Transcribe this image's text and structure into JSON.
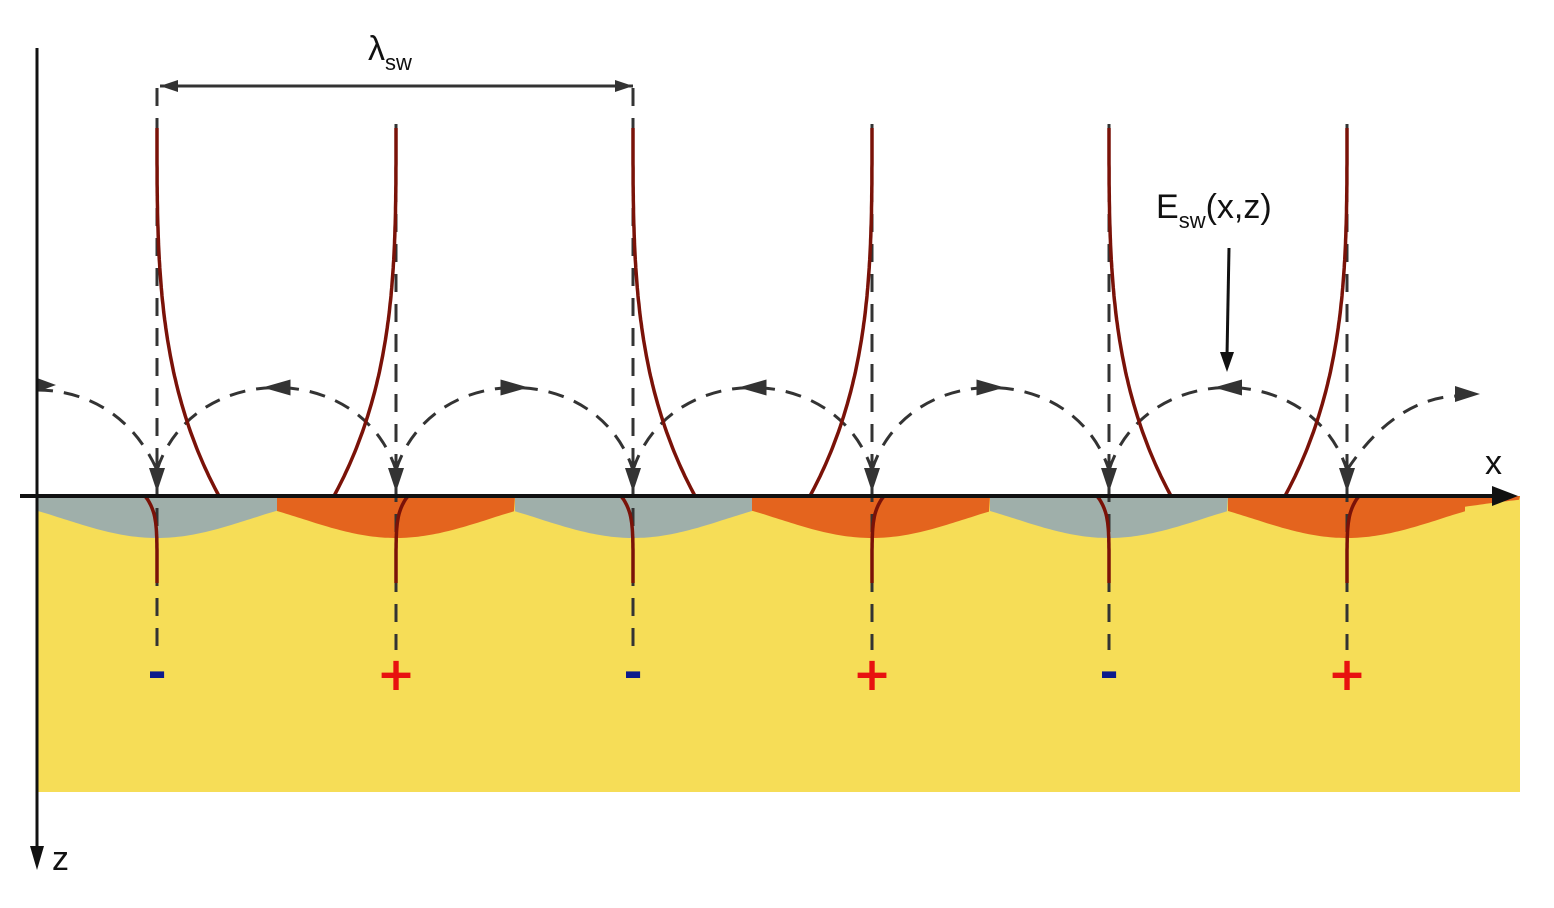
{
  "labels": {
    "wavelength": "λ",
    "wavelength_sub": "sw",
    "field": "E",
    "field_sub": "sw",
    "field_args": "(x,z)",
    "x_axis": "x",
    "z_axis": "z"
  },
  "charges": [
    "-",
    "+",
    "-",
    "+",
    "-",
    "+"
  ],
  "colors": {
    "substrate": "#f6dd57",
    "negative_region": "#9fafaa",
    "positive_region": "#e4641e",
    "field_curve": "#7a1208",
    "negative_sign": "#0c1a8c",
    "positive_sign": "#e8120f",
    "axis": "#111111",
    "dashed": "#333333"
  }
}
